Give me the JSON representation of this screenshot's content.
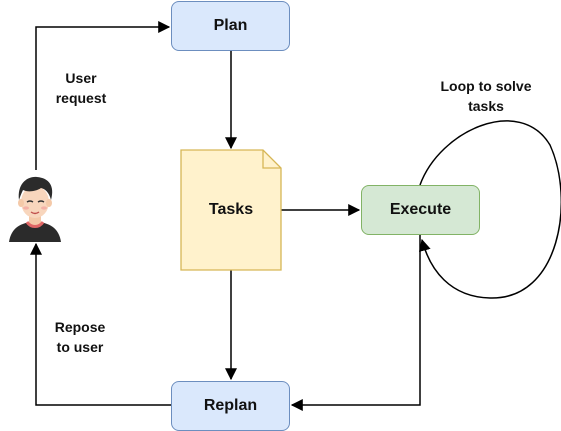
{
  "nodes": {
    "plan": {
      "label": "Plan"
    },
    "tasks": {
      "label": "Tasks"
    },
    "execute": {
      "label": "Execute"
    },
    "replan": {
      "label": "Replan"
    }
  },
  "edge_labels": {
    "user_request": [
      "User",
      "request"
    ],
    "repose_to_user": [
      "Repose",
      "to user"
    ],
    "loop": [
      "Loop to solve",
      "tasks"
    ]
  },
  "colors": {
    "plan_fill": "#dae8fc",
    "plan_stroke": "#6c8ebf",
    "replan_fill": "#dae8fc",
    "replan_stroke": "#6c8ebf",
    "execute_fill": "#d5e8d4",
    "execute_stroke": "#82b366",
    "tasks_fill": "#fff2cc",
    "tasks_stroke": "#d6b656",
    "edge": "#000000"
  },
  "icons": {
    "user": "user-avatar-icon"
  }
}
